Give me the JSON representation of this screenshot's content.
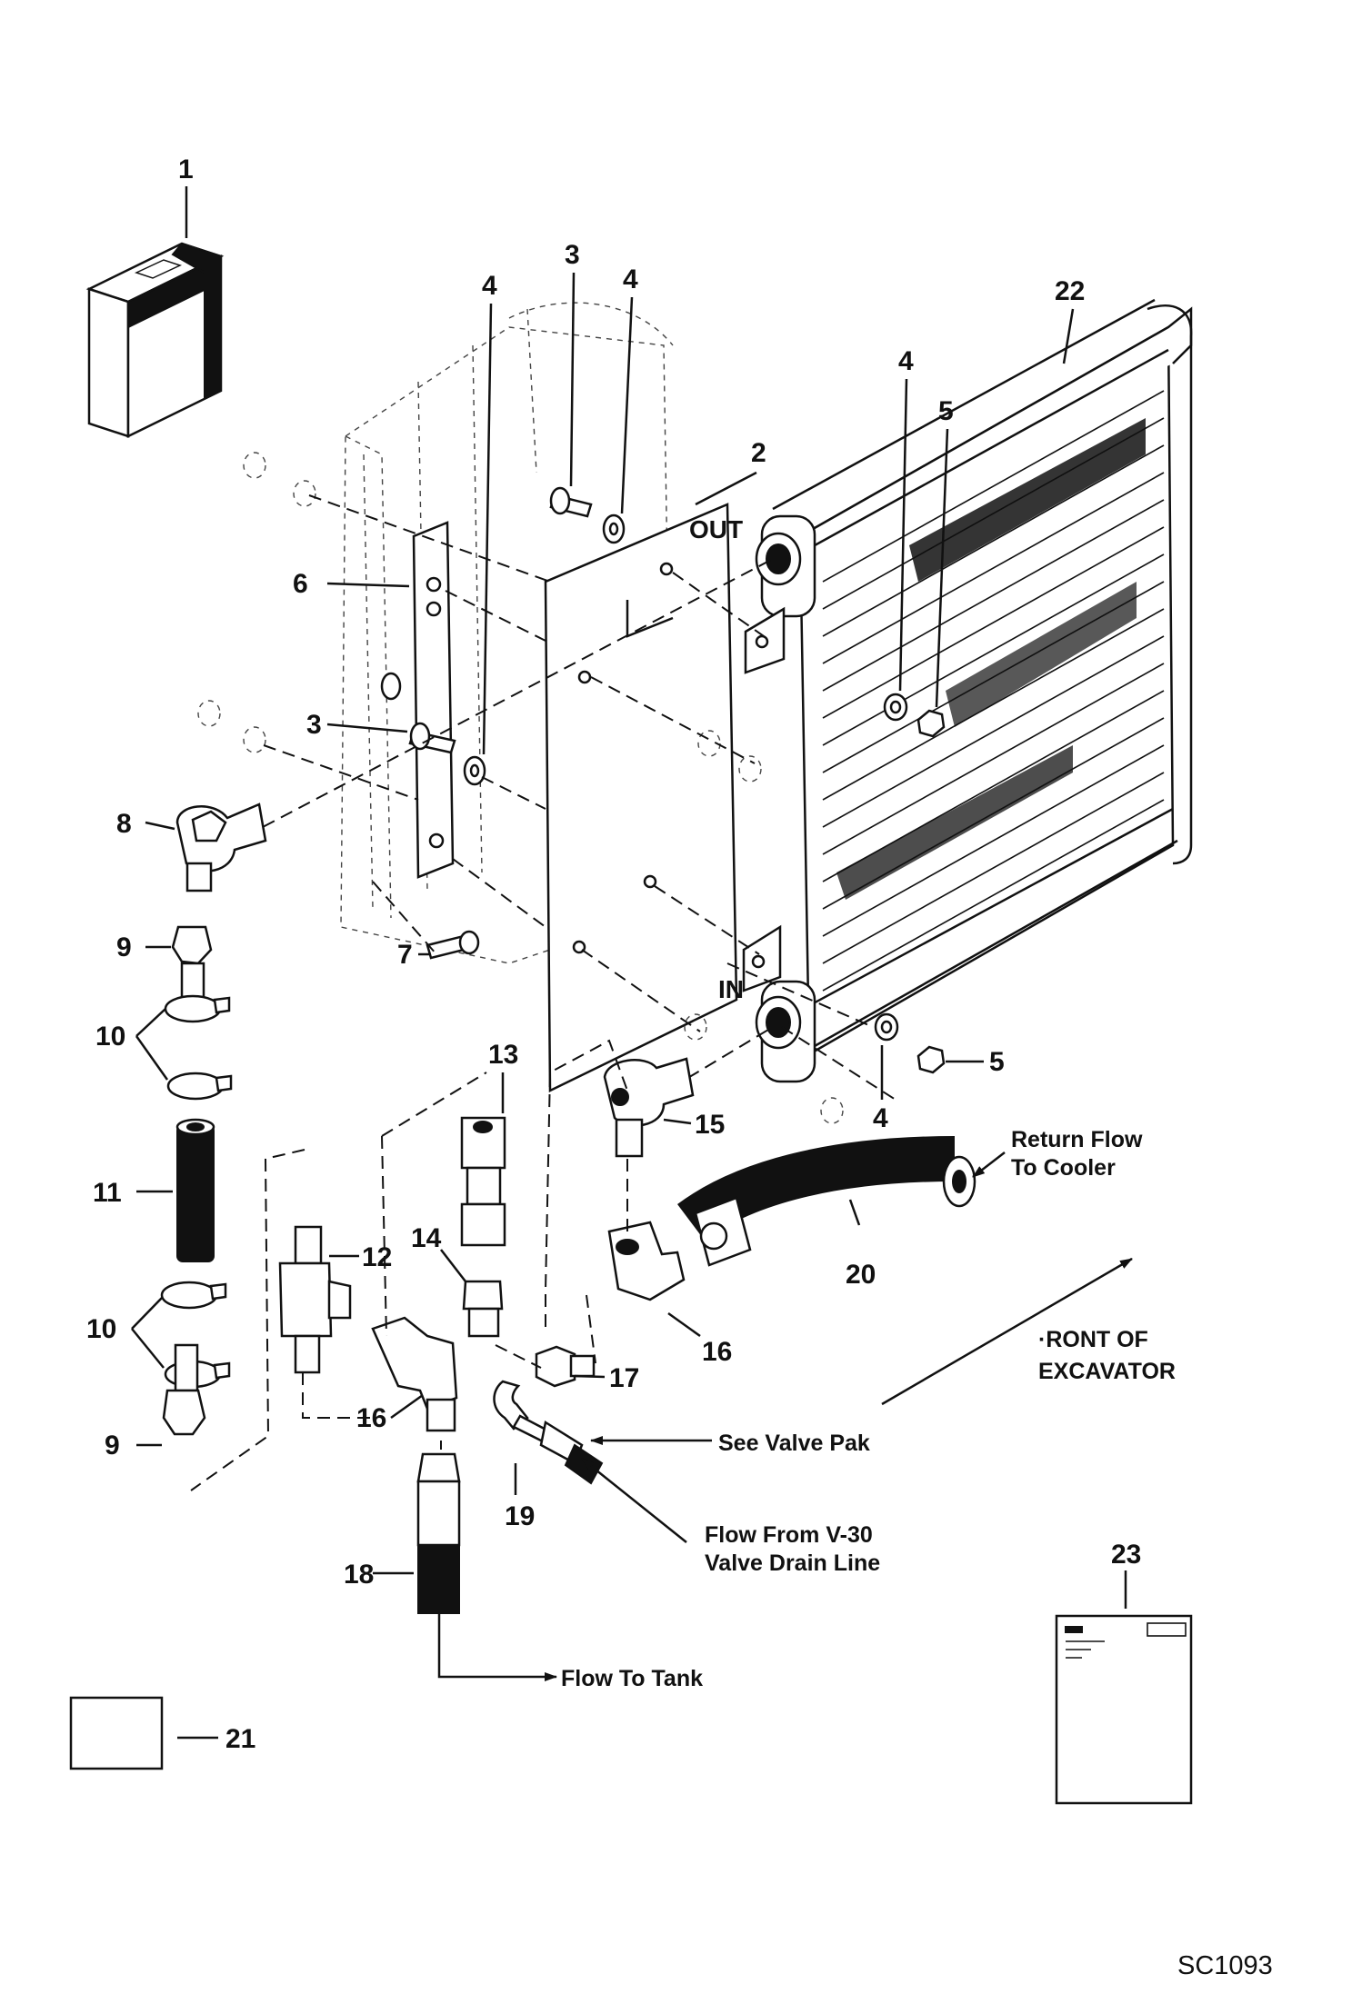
{
  "callouts": {
    "c1": "1",
    "c2": "2",
    "c3a": "3",
    "c3b": "3",
    "c4a": "4",
    "c4b": "4",
    "c4c": "4",
    "c4d": "4",
    "c5a": "5",
    "c5b": "5",
    "c6": "6",
    "c7": "7",
    "c8": "8",
    "c9a": "9",
    "c9b": "9",
    "c10a": "10",
    "c10b": "10",
    "c11": "11",
    "c12": "12",
    "c13": "13",
    "c14": "14",
    "c15": "15",
    "c16a": "16",
    "c16b": "16",
    "c17": "17",
    "c18": "18",
    "c19": "19",
    "c20": "20",
    "c21": "21",
    "c22": "22",
    "c23": "23"
  },
  "ports": {
    "out": "OUT",
    "in": "IN"
  },
  "notes": {
    "return_flow_1": "Return Flow",
    "return_flow_2": "To Cooler",
    "front_1": "·RONT OF",
    "front_2": "EXCAVATOR",
    "valve_pak": "See Valve Pak",
    "flow_from_1": "Flow From V-30",
    "flow_from_2": "Valve Drain Line",
    "flow_to_tank": "Flow To Tank"
  },
  "figure_code": "SC1093"
}
